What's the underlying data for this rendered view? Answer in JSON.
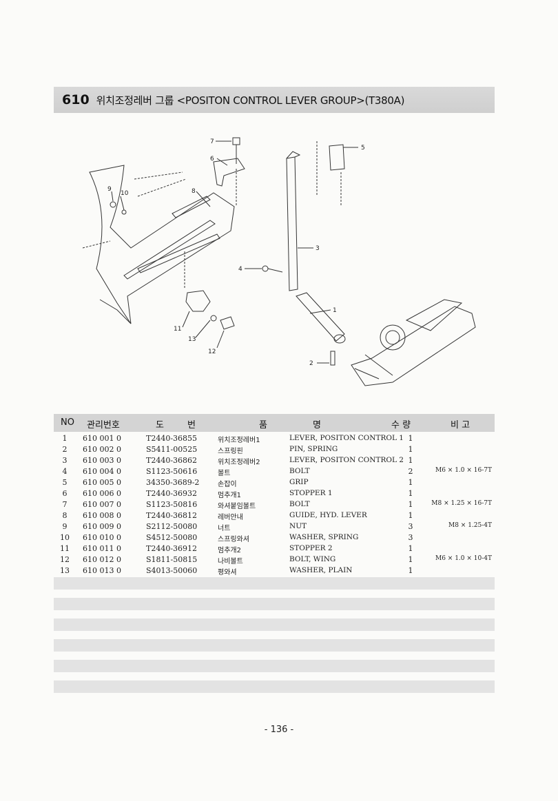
{
  "title": {
    "number": "610",
    "text": "위치조정레버 그룹 <POSITON CONTROL LEVER GROUP>(T380A)"
  },
  "diagram": {
    "callouts": [
      "1",
      "2",
      "3",
      "4",
      "5",
      "6",
      "7",
      "8",
      "9",
      "10",
      "11",
      "12",
      "13"
    ]
  },
  "table": {
    "headers": {
      "no": "NO",
      "mgmt": "관리번호",
      "part1": "도",
      "part2": "번",
      "name1": "품",
      "name2": "명",
      "qty": "수 량",
      "remark": "비 고"
    },
    "rows": [
      {
        "no": "1",
        "mgmt": "610 001 0",
        "part": "T2440-36855",
        "kor": "위치조정레버1",
        "eng": "LEVER, POSITON CONTROL 1",
        "qty": "1",
        "remark": ""
      },
      {
        "no": "2",
        "mgmt": "610 002 0",
        "part": "S5411-00525",
        "kor": "스프링핀",
        "eng": "PIN, SPRING",
        "qty": "1",
        "remark": ""
      },
      {
        "no": "3",
        "mgmt": "610 003 0",
        "part": "T2440-36862",
        "kor": "위치조정레버2",
        "eng": "LEVER, POSITON CONTROL 2",
        "qty": "1",
        "remark": ""
      },
      {
        "no": "4",
        "mgmt": "610 004 0",
        "part": "S1123-50616",
        "kor": "볼트",
        "eng": "BOLT",
        "qty": "2",
        "remark": "M6 × 1.0 × 16-7T"
      },
      {
        "no": "5",
        "mgmt": "610 005 0",
        "part": "34350-3689-2",
        "kor": "손잡이",
        "eng": "GRIP",
        "qty": "1",
        "remark": ""
      },
      {
        "no": "6",
        "mgmt": "610 006 0",
        "part": "T2440-36932",
        "kor": "멈추개1",
        "eng": "STOPPER 1",
        "qty": "1",
        "remark": ""
      },
      {
        "no": "7",
        "mgmt": "610 007 0",
        "part": "S1123-50816",
        "kor": "와셔붙임볼트",
        "eng": "BOLT",
        "qty": "1",
        "remark": "M8 × 1.25 × 16-7T"
      },
      {
        "no": "8",
        "mgmt": "610 008 0",
        "part": "T2440-36812",
        "kor": "레버안내",
        "eng": "GUIDE, HYD. LEVER",
        "qty": "1",
        "remark": ""
      },
      {
        "no": "9",
        "mgmt": "610 009 0",
        "part": "S2112-50080",
        "kor": "너트",
        "eng": "NUT",
        "qty": "3",
        "remark": "M8 × 1.25-4T"
      },
      {
        "no": "10",
        "mgmt": "610 010 0",
        "part": "S4512-50080",
        "kor": "스프링와셔",
        "eng": "WASHER, SPRING",
        "qty": "3",
        "remark": ""
      },
      {
        "no": "11",
        "mgmt": "610 011 0",
        "part": "T2440-36912",
        "kor": "멈추개2",
        "eng": "STOPPER 2",
        "qty": "1",
        "remark": ""
      },
      {
        "no": "12",
        "mgmt": "610 012 0",
        "part": "S1811-50815",
        "kor": "나비볼트",
        "eng": "BOLT, WING",
        "qty": "1",
        "remark": "M6 × 1.0 × 10-4T"
      },
      {
        "no": "13",
        "mgmt": "610 013 0",
        "part": "S4013-50060",
        "kor": "평와셔",
        "eng": "WASHER, PLAIN",
        "qty": "1",
        "remark": ""
      }
    ]
  },
  "page_number": "- 136 -"
}
